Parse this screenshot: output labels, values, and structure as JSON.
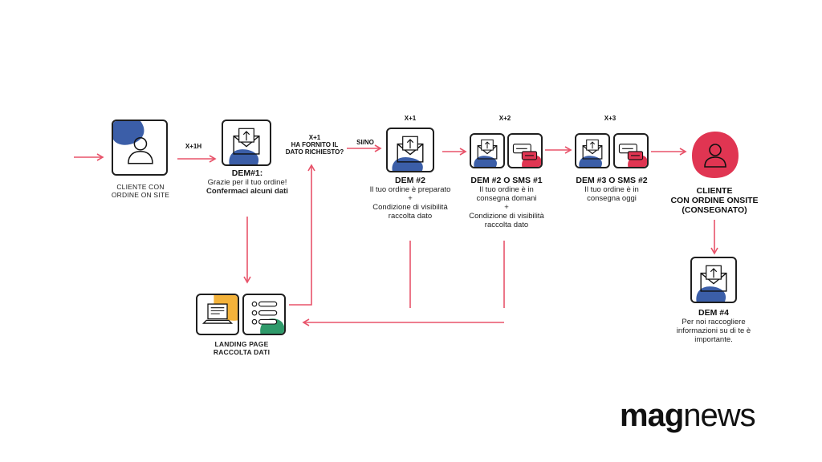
{
  "colors": {
    "arrow": "#e8536a",
    "blue": "#3b5ea8",
    "red": "#e03552",
    "yellow": "#f3b23a",
    "green": "#2f9a6a",
    "outline": "#1f1f1f"
  },
  "icons": {
    "customer": "person-icon",
    "email": "envelope-icon",
    "sms": "chat-bubble-icon",
    "landing": "laptop-icon",
    "form": "form-checklist-icon"
  },
  "nodes": {
    "customer_start": {
      "line1": "CLIENTE CON",
      "line2": "ORDINE ON SITE"
    },
    "dem1": {
      "title": "DEM#1:",
      "line1": "Grazie per il tuo ordine!",
      "line2": "Confermaci alcuni dati"
    },
    "dem2": {
      "title": "DEM #2",
      "line1": "Il tuo ordine è preparato",
      "plus": "+",
      "line2": "Condizione di visibilità",
      "line3": "raccolta dato"
    },
    "dem2_sms1": {
      "title": "DEM #2 O SMS #1",
      "line1": "Il tuo ordine è in",
      "line2": "consegna domani",
      "plus": "+",
      "line3": "Condizione di visibilità",
      "line4": "raccolta dato"
    },
    "dem3_sms2": {
      "title": "DEM #3 O SMS #2",
      "line1": "Il tuo ordine è in",
      "line2": "consegna oggi"
    },
    "customer_end": {
      "title": "CLIENTE",
      "line1": "CON ORDINE ONSITE",
      "line2": "(CONSEGNATO)"
    },
    "dem4": {
      "title": "DEM #4",
      "line1": "Per noi raccogliere",
      "line2": "informazioni su di te è",
      "line3": "importante."
    },
    "landing": {
      "line1": "LANDING PAGE",
      "line2": "RACCOLTA DATI"
    }
  },
  "edge_labels": {
    "x1h": "X+1H",
    "question_line1": "X+1",
    "question_line2": "HA FORNITO IL",
    "question_line3": "DATO RICHIESTO?",
    "si_no": "SI/NO",
    "x1": "X+1",
    "x2": "X+2",
    "x3": "X+3"
  },
  "logo": {
    "bold": "mag",
    "regular": "news"
  }
}
